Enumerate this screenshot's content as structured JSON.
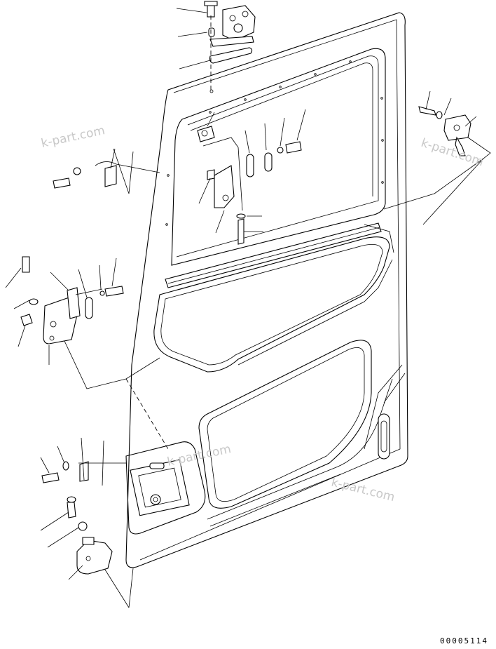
{
  "watermarks": [
    "k-part.com",
    "k-part.com",
    "k-part.com",
    "k-part.com"
  ],
  "drawing_code": "00005114"
}
